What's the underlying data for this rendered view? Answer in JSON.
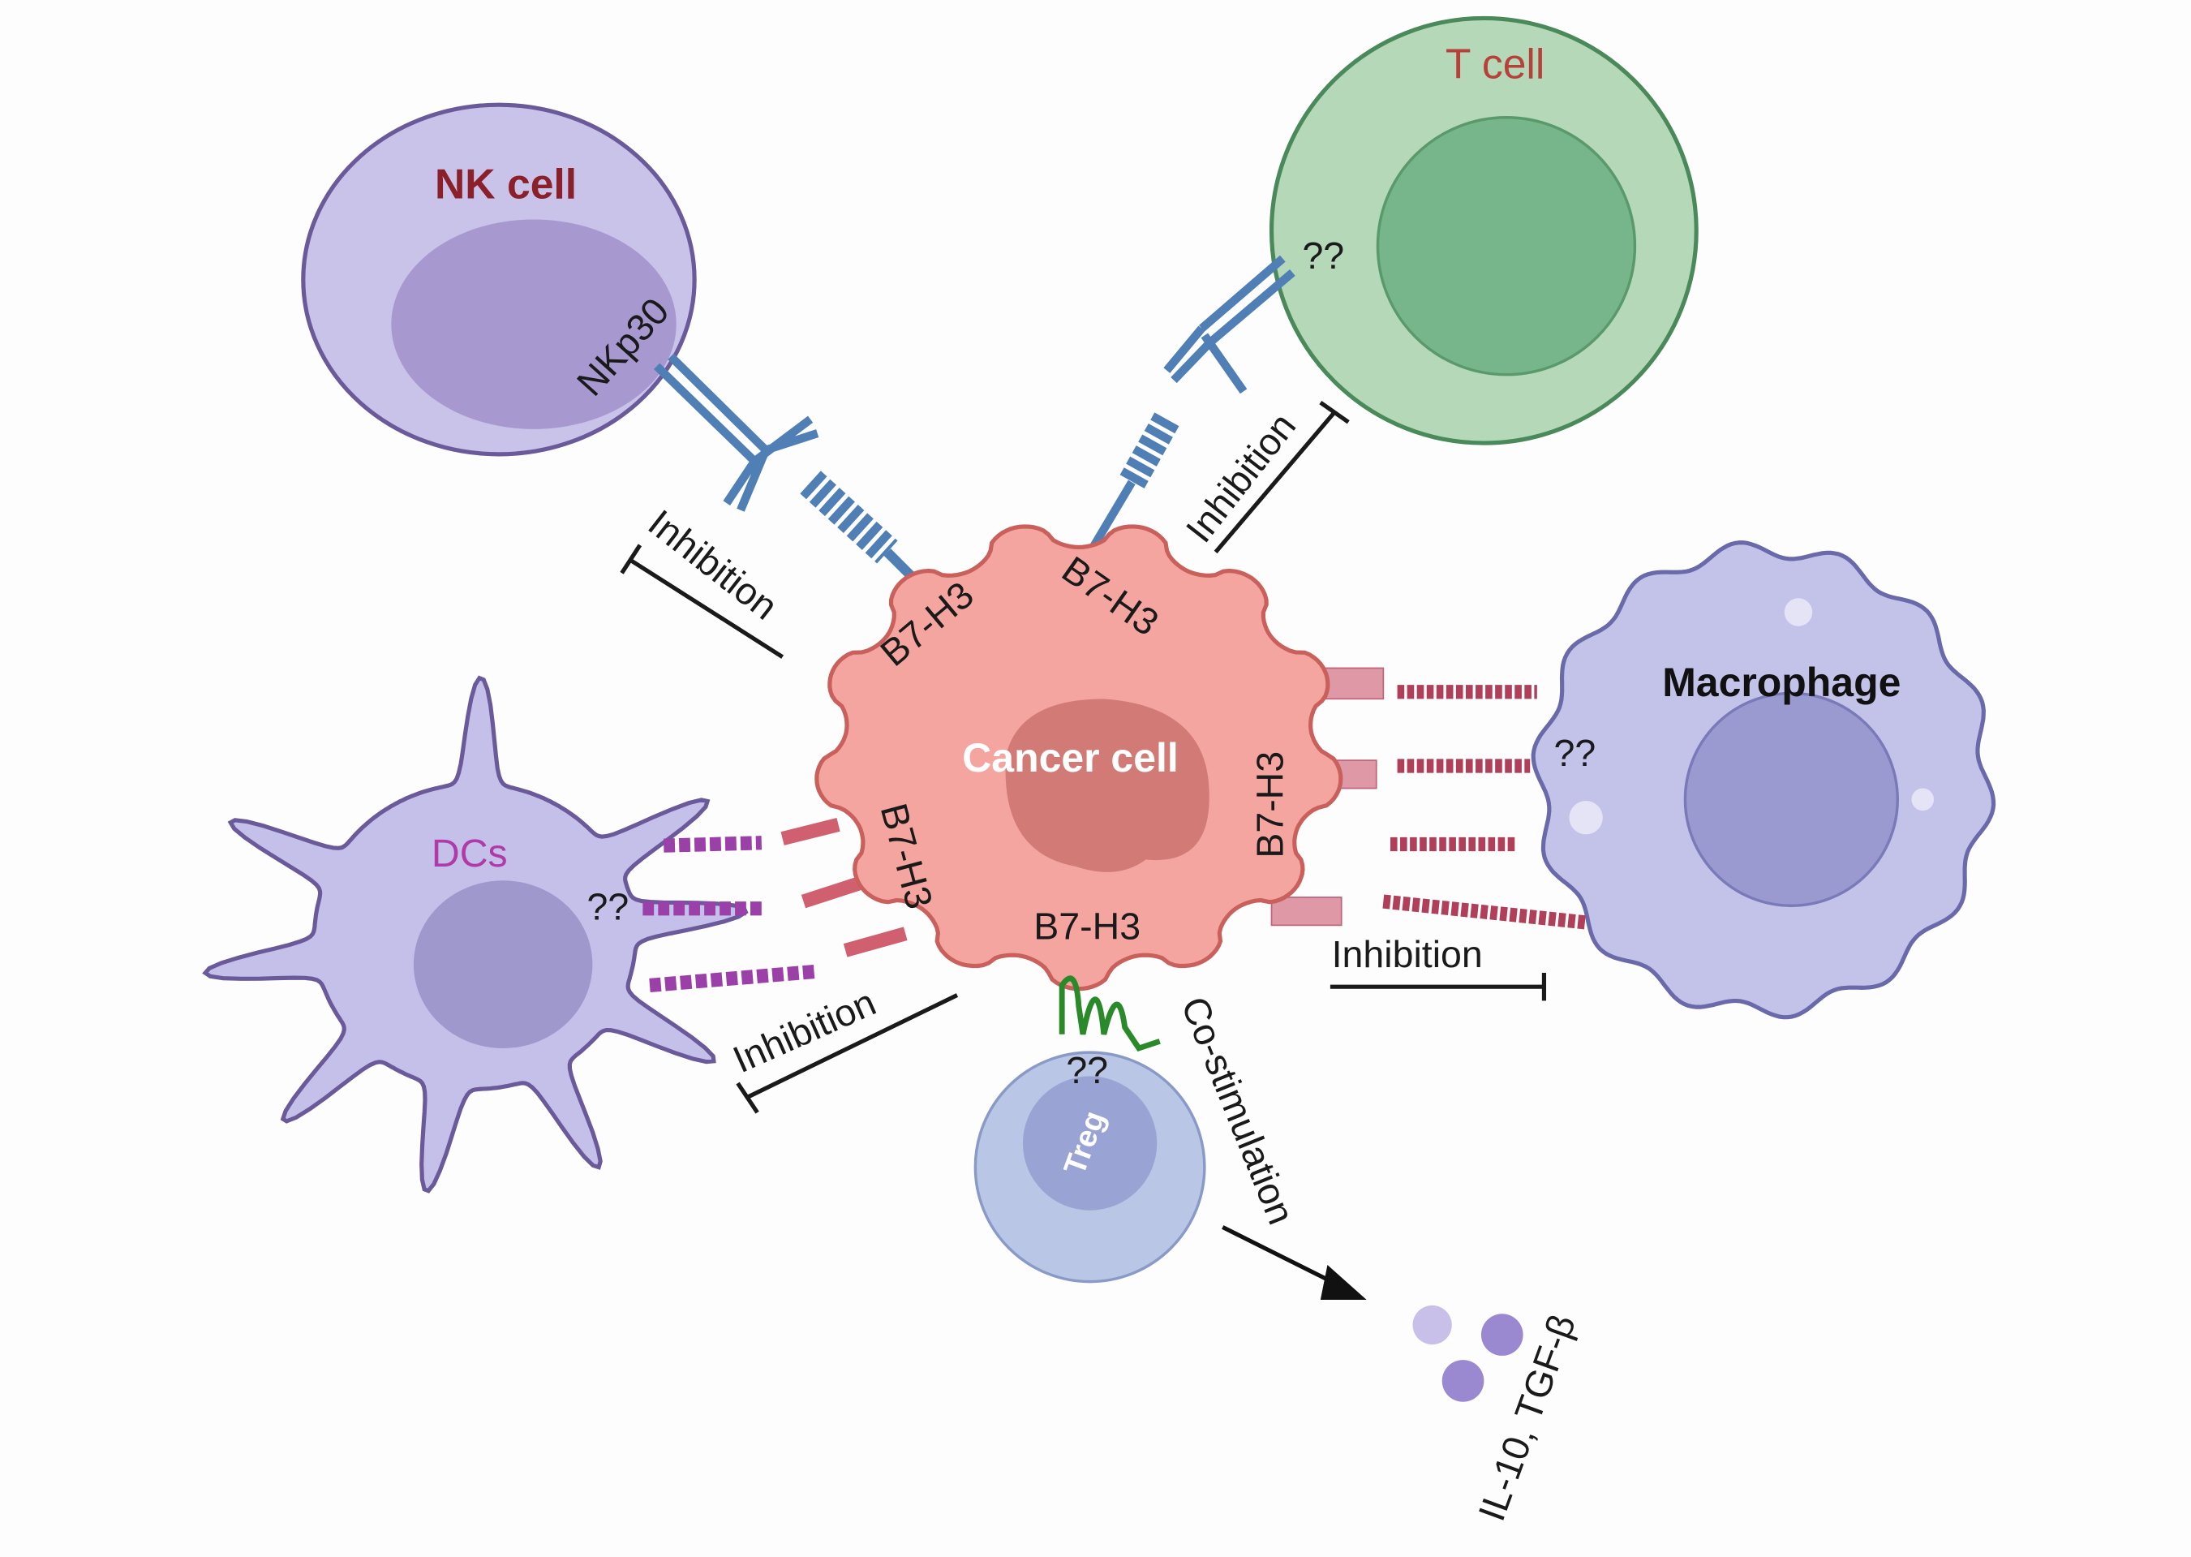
{
  "cells": {
    "nk": {
      "label": "NK cell",
      "receptor": "NKp30",
      "color": "#c9c3ea",
      "label_color": "#8b1f2a"
    },
    "t": {
      "label": "T cell",
      "unknown": "??",
      "color": "#b4d8b8",
      "label_color": "#b8403a"
    },
    "cancer": {
      "label": "Cancer cell",
      "color": "#f4a5a0"
    },
    "macrophage": {
      "label": "Macrophage",
      "unknown": "??",
      "color": "#c3c3ea"
    },
    "dc": {
      "label": "DCs",
      "unknown": "??",
      "color": "#c4c0ea",
      "label_color": "#b03aa8"
    },
    "treg": {
      "label": "Treg",
      "unknown": "??",
      "color": "#b9c6e6"
    }
  },
  "ligand": {
    "upper_left": "B7-H3",
    "upper_right": "B7-H3",
    "right": "B7-H3",
    "left": "B7-H3",
    "bottom": "B7-H3"
  },
  "interactions": {
    "nk": "Inhibition",
    "t": "Inhibition",
    "macrophage": "Inhibition",
    "dc": "Inhibition",
    "treg": "Co-stimulation"
  },
  "cytokines": "IL-10, TGF-β"
}
